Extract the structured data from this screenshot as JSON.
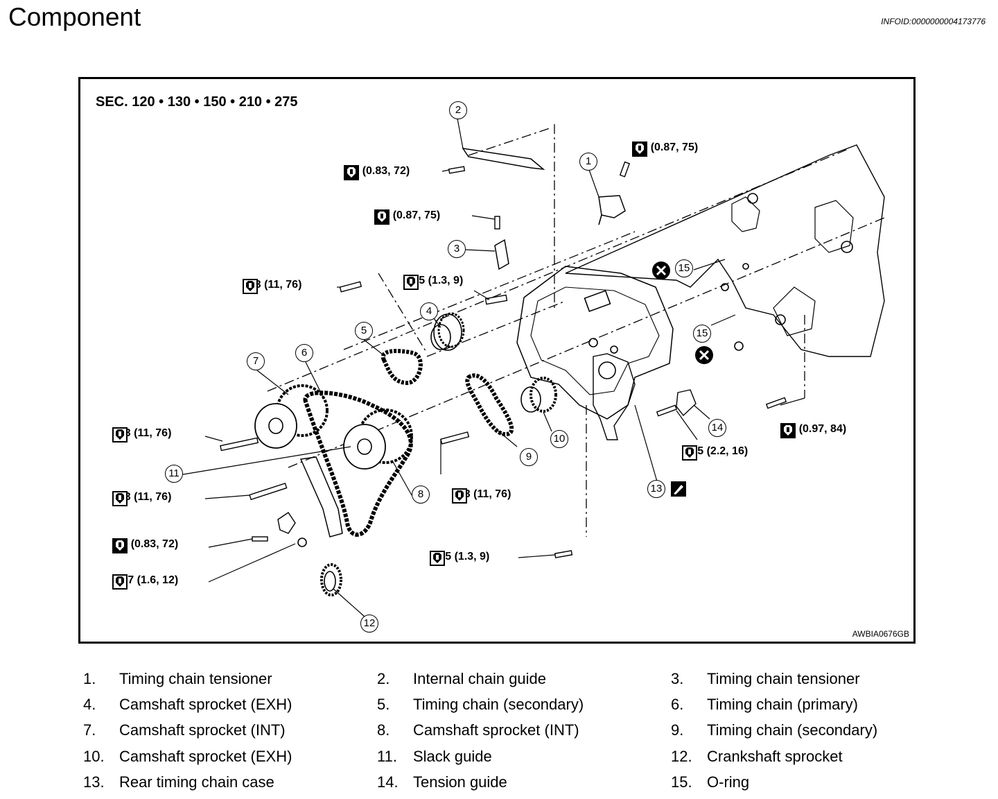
{
  "header": {
    "title": "Component",
    "info_id": "INFOID:0000000004173776"
  },
  "diagram": {
    "section": "SEC. 120 • 130 • 150 • 210 • 275",
    "figure_code": "AWBIA0676GB",
    "torques": [
      "8.1 (0.83, 72)",
      "8.5 (0.87, 75)",
      "8.5 (0.87, 75)",
      "103 (11, 76)",
      "12.5 (1.3, 9)",
      "103 (11, 76)",
      "103 (11, 76)",
      "103 (11, 76)",
      "8.1 (0.83, 72)",
      "15.7 (1.6, 12)",
      "12.5 (1.3, 9)",
      "21.5 (2.2, 16)",
      "9.5 (0.97, 84)"
    ],
    "callouts": [
      "1",
      "2",
      "3",
      "4",
      "5",
      "6",
      "7",
      "8",
      "9",
      "10",
      "11",
      "12",
      "13",
      "14",
      "15",
      "15"
    ]
  },
  "legend": [
    {
      "num": "1.",
      "label": "Timing chain tensioner"
    },
    {
      "num": "2.",
      "label": "Internal chain guide"
    },
    {
      "num": "3.",
      "label": "Timing chain tensioner"
    },
    {
      "num": "4.",
      "label": "Camshaft sprocket (EXH)"
    },
    {
      "num": "5.",
      "label": "Timing chain (secondary)"
    },
    {
      "num": "6.",
      "label": "Timing chain (primary)"
    },
    {
      "num": "7.",
      "label": "Camshaft sprocket (INT)"
    },
    {
      "num": "8.",
      "label": "Camshaft sprocket (INT)"
    },
    {
      "num": "9.",
      "label": "Timing chain (secondary)"
    },
    {
      "num": "10.",
      "label": "Camshaft sprocket (EXH)"
    },
    {
      "num": "11.",
      "label": "Slack guide"
    },
    {
      "num": "12.",
      "label": "Crankshaft sprocket"
    },
    {
      "num": "13.",
      "label": "Rear timing chain case"
    },
    {
      "num": "14.",
      "label": "Tension guide"
    },
    {
      "num": "15.",
      "label": "O-ring"
    }
  ]
}
